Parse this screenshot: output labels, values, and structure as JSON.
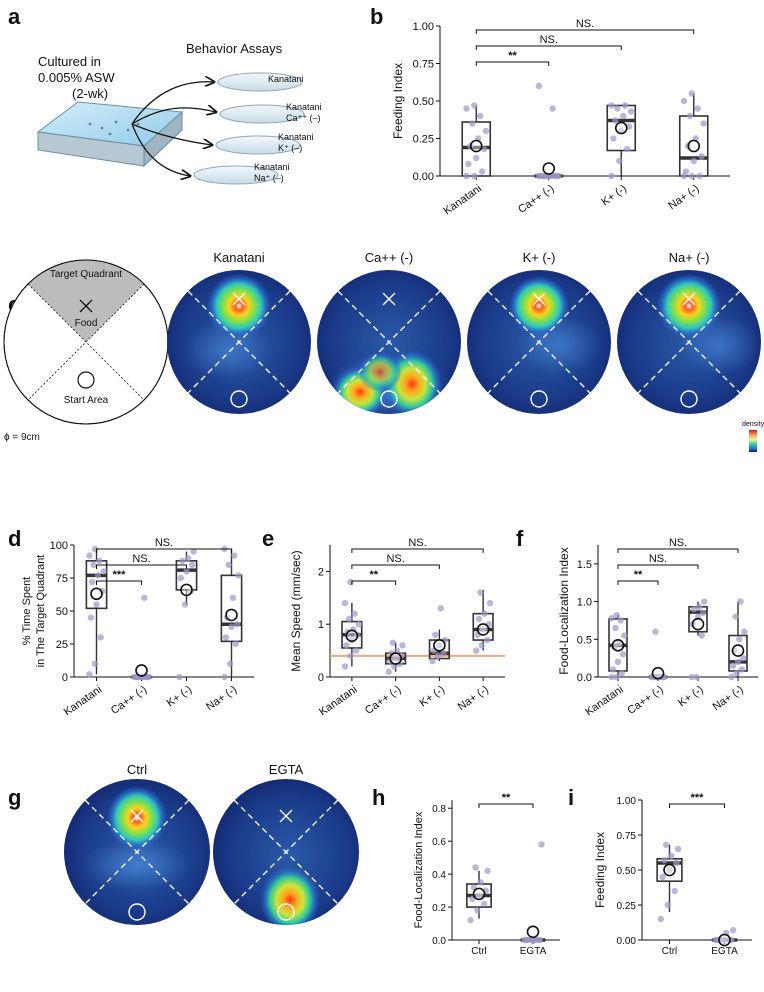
{
  "panel_letters": [
    "a",
    "b",
    "c",
    "d",
    "e",
    "f",
    "g",
    "h",
    "i"
  ],
  "panel_a": {
    "culture_lines": [
      "Cultured in",
      "0.005% ASW",
      "(2-wk)"
    ],
    "assays_title": "Behavior Assays",
    "dishes": [
      {
        "name": "Kanatani",
        "sub": ""
      },
      {
        "name": "Kanatani",
        "sub": "Ca⁺⁺ (–)"
      },
      {
        "name": "Kanatani",
        "sub": "K⁺ (–)"
      },
      {
        "name": "Kanatani",
        "sub": "Na⁺ (–)"
      }
    ]
  },
  "panel_c": {
    "target_label": "Target Quadrant",
    "food_label": "Food",
    "start_label": "Start Area",
    "diameter_label": "ϕ = 9cm",
    "heatmap_titles": [
      "Kanatani",
      "Ca++ (-)",
      "K+ (-)",
      "Na+ (-)"
    ],
    "colorbar_label": "density"
  },
  "panel_g": {
    "heatmap_titles": [
      "Ctrl",
      "EGTA"
    ]
  },
  "chart_data": [
    {
      "panel": "b",
      "type": "box",
      "ylabel": "Feeding Index",
      "categories": [
        "Kanatani",
        "Ca++ (-)",
        "K+ (-)",
        "Na+ (-)"
      ],
      "ylim": [
        0,
        1.0
      ],
      "yticks": [
        "0.00",
        "0.25",
        "0.50",
        "0.75",
        "1.00"
      ],
      "box": [
        {
          "q1": 0.0,
          "median": 0.19,
          "q3": 0.36,
          "wlow": 0.0,
          "whigh": 0.47,
          "mean": 0.2
        },
        {
          "q1": 0.0,
          "median": 0.0,
          "q3": 0.0,
          "wlow": 0.0,
          "whigh": 0.0,
          "mean": 0.05
        },
        {
          "q1": 0.17,
          "median": 0.37,
          "q3": 0.47,
          "wlow": 0.0,
          "whigh": 0.47,
          "mean": 0.32
        },
        {
          "q1": 0.0,
          "median": 0.12,
          "q3": 0.4,
          "wlow": 0.0,
          "whigh": 0.55,
          "mean": 0.2
        }
      ],
      "points": [
        [
          0.0,
          0.0,
          0.03,
          0.08,
          0.12,
          0.18,
          0.2,
          0.25,
          0.3,
          0.35,
          0.4,
          0.45,
          0.47
        ],
        [
          0.0,
          0.0,
          0.0,
          0.0,
          0.0,
          0.0,
          0.0,
          0.0,
          0.0,
          0.0,
          0.45,
          0.6
        ],
        [
          0.0,
          0.1,
          0.18,
          0.25,
          0.3,
          0.33,
          0.37,
          0.4,
          0.43,
          0.45,
          0.47,
          0.47
        ],
        [
          0.0,
          0.0,
          0.0,
          0.03,
          0.1,
          0.13,
          0.2,
          0.25,
          0.35,
          0.4,
          0.45,
          0.5,
          0.55
        ]
      ],
      "comparisons": [
        {
          "from": 0,
          "to": 3,
          "label": "NS."
        },
        {
          "from": 0,
          "to": 2,
          "label": "NS."
        },
        {
          "from": 0,
          "to": 1,
          "label": "**"
        }
      ]
    },
    {
      "panel": "d",
      "type": "box",
      "ylabel": [
        "% Time Spent",
        "in The Target Quadrant"
      ],
      "categories": [
        "Kanatani",
        "Ca++ (-)",
        "K+ (-)",
        "Na+ (-)"
      ],
      "ylim": [
        0,
        100
      ],
      "yticks": [
        "0",
        "25",
        "50",
        "75",
        "100"
      ],
      "box": [
        {
          "q1": 52,
          "median": 77,
          "q3": 88,
          "wlow": 2,
          "whigh": 97,
          "mean": 63
        },
        {
          "q1": 0,
          "median": 0,
          "q3": 0,
          "wlow": 0,
          "whigh": 0,
          "mean": 5
        },
        {
          "q1": 66,
          "median": 81,
          "q3": 88,
          "wlow": 55,
          "whigh": 95,
          "mean": 66
        },
        {
          "q1": 27,
          "median": 40,
          "q3": 77,
          "wlow": 0,
          "whigh": 97,
          "mean": 47
        }
      ],
      "points": [
        [
          2,
          10,
          30,
          45,
          55,
          65,
          72,
          77,
          80,
          85,
          88,
          92,
          97
        ],
        [
          0,
          0,
          0,
          0,
          0,
          0,
          0,
          0,
          0,
          0,
          60
        ],
        [
          0,
          55,
          65,
          75,
          80,
          85,
          88,
          90,
          95
        ],
        [
          0,
          10,
          25,
          30,
          38,
          40,
          45,
          60,
          77,
          85,
          92,
          97
        ]
      ],
      "comparisons": [
        {
          "from": 0,
          "to": 3,
          "label": "NS."
        },
        {
          "from": 0,
          "to": 2,
          "label": "NS."
        },
        {
          "from": 0,
          "to": 1,
          "label": "***"
        }
      ]
    },
    {
      "panel": "e",
      "type": "box",
      "ylabel": "Mean Speed (mm/sec)",
      "categories": [
        "Kanatani",
        "Ca++ (-)",
        "K+ (-)",
        "Na+ (-)"
      ],
      "ylim": [
        0,
        2.5
      ],
      "yticks": [
        "0",
        "1",
        "2"
      ],
      "reference_line": 0.4,
      "reference_color": "#f4a582",
      "box": [
        {
          "q1": 0.55,
          "median": 0.8,
          "q3": 1.05,
          "wlow": 0.2,
          "whigh": 1.4,
          "mean": 0.78
        },
        {
          "q1": 0.25,
          "median": 0.35,
          "q3": 0.45,
          "wlow": 0.1,
          "whigh": 0.65,
          "mean": 0.35
        },
        {
          "q1": 0.35,
          "median": 0.45,
          "q3": 0.7,
          "wlow": 0.3,
          "whigh": 0.9,
          "mean": 0.6
        },
        {
          "q1": 0.7,
          "median": 0.9,
          "q3": 1.2,
          "wlow": 0.5,
          "whigh": 1.65,
          "mean": 0.9
        }
      ],
      "points": [
        [
          0.2,
          0.4,
          0.5,
          0.6,
          0.7,
          0.8,
          0.85,
          0.9,
          1.0,
          1.1,
          1.2,
          1.4,
          1.8
        ],
        [
          0.1,
          0.2,
          0.25,
          0.3,
          0.35,
          0.4,
          0.45,
          0.5,
          0.6,
          0.65
        ],
        [
          0.3,
          0.4,
          0.45,
          0.5,
          0.6,
          0.7,
          0.8,
          1.3
        ],
        [
          0.5,
          0.6,
          0.7,
          0.8,
          0.9,
          1.0,
          1.1,
          1.2,
          1.4,
          1.6
        ]
      ],
      "comparisons": [
        {
          "from": 0,
          "to": 3,
          "label": "NS."
        },
        {
          "from": 0,
          "to": 2,
          "label": "NS."
        },
        {
          "from": 0,
          "to": 1,
          "label": "**"
        }
      ]
    },
    {
      "panel": "f",
      "type": "box",
      "ylabel": "Food-Localization Index",
      "categories": [
        "Kanatani",
        "Ca++ (-)",
        "K+ (-)",
        "Na+ (-)"
      ],
      "ylim": [
        0,
        1.75
      ],
      "yticks": [
        "0.0",
        "0.5",
        "1.0",
        "1.5"
      ],
      "box": [
        {
          "q1": 0.08,
          "median": 0.42,
          "q3": 0.77,
          "wlow": 0.0,
          "whigh": 0.82,
          "mean": 0.42
        },
        {
          "q1": 0.0,
          "median": 0.0,
          "q3": 0.0,
          "wlow": 0.0,
          "whigh": 0.0,
          "mean": 0.05
        },
        {
          "q1": 0.6,
          "median": 0.86,
          "q3": 0.93,
          "wlow": 0.55,
          "whigh": 1.0,
          "mean": 0.7
        },
        {
          "q1": 0.08,
          "median": 0.2,
          "q3": 0.55,
          "wlow": 0.0,
          "whigh": 1.0,
          "mean": 0.35
        }
      ],
      "points": [
        [
          0.0,
          0.0,
          0.05,
          0.1,
          0.2,
          0.3,
          0.4,
          0.45,
          0.55,
          0.65,
          0.75,
          0.78,
          0.82
        ],
        [
          0.0,
          0.0,
          0.0,
          0.0,
          0.0,
          0.0,
          0.0,
          0.0,
          0.0,
          0.6
        ],
        [
          0.0,
          0.0,
          0.55,
          0.7,
          0.8,
          0.85,
          0.9,
          0.93,
          1.0
        ],
        [
          0.0,
          0.05,
          0.1,
          0.15,
          0.2,
          0.25,
          0.35,
          0.5,
          0.6,
          0.8,
          1.0
        ]
      ],
      "comparisons": [
        {
          "from": 0,
          "to": 3,
          "label": "NS."
        },
        {
          "from": 0,
          "to": 2,
          "label": "NS."
        },
        {
          "from": 0,
          "to": 1,
          "label": "**"
        }
      ]
    },
    {
      "panel": "h",
      "type": "box",
      "ylabel": "Food-Localization Index",
      "categories": [
        "Ctrl",
        "EGTA"
      ],
      "ylim": [
        0,
        0.85
      ],
      "yticks": [
        "0.0",
        "0.2",
        "0.4",
        "0.6",
        "0.8"
      ],
      "box": [
        {
          "q1": 0.2,
          "median": 0.27,
          "q3": 0.34,
          "wlow": 0.13,
          "whigh": 0.42,
          "mean": 0.28
        },
        {
          "q1": 0.0,
          "median": 0.0,
          "q3": 0.0,
          "wlow": 0.0,
          "whigh": 0.0,
          "mean": 0.05
        }
      ],
      "points": [
        [
          0.12,
          0.18,
          0.22,
          0.25,
          0.27,
          0.3,
          0.32,
          0.35,
          0.42,
          0.44
        ],
        [
          0.0,
          0.0,
          0.0,
          0.0,
          0.0,
          0.0,
          0.0,
          0.0,
          0.58
        ]
      ],
      "comparisons": [
        {
          "from": 0,
          "to": 1,
          "label": "**"
        }
      ]
    },
    {
      "panel": "i",
      "type": "box",
      "ylabel": "Feeding Index",
      "categories": [
        "Ctrl",
        "EGTA"
      ],
      "ylim": [
        0,
        1.0
      ],
      "yticks": [
        "0.00",
        "0.25",
        "0.50",
        "0.75",
        "1.00"
      ],
      "box": [
        {
          "q1": 0.42,
          "median": 0.55,
          "q3": 0.58,
          "wlow": 0.2,
          "whigh": 0.68,
          "mean": 0.5
        },
        {
          "q1": 0.0,
          "median": 0.0,
          "q3": 0.0,
          "wlow": 0.0,
          "whigh": 0.0,
          "mean": 0.0
        }
      ],
      "points": [
        [
          0.15,
          0.25,
          0.35,
          0.45,
          0.5,
          0.55,
          0.57,
          0.6,
          0.65,
          0.68
        ],
        [
          0.0,
          0.0,
          0.0,
          0.0,
          0.0,
          0.0,
          0.0,
          0.05,
          0.07
        ]
      ],
      "comparisons": [
        {
          "from": 0,
          "to": 1,
          "label": "***"
        }
      ]
    }
  ]
}
